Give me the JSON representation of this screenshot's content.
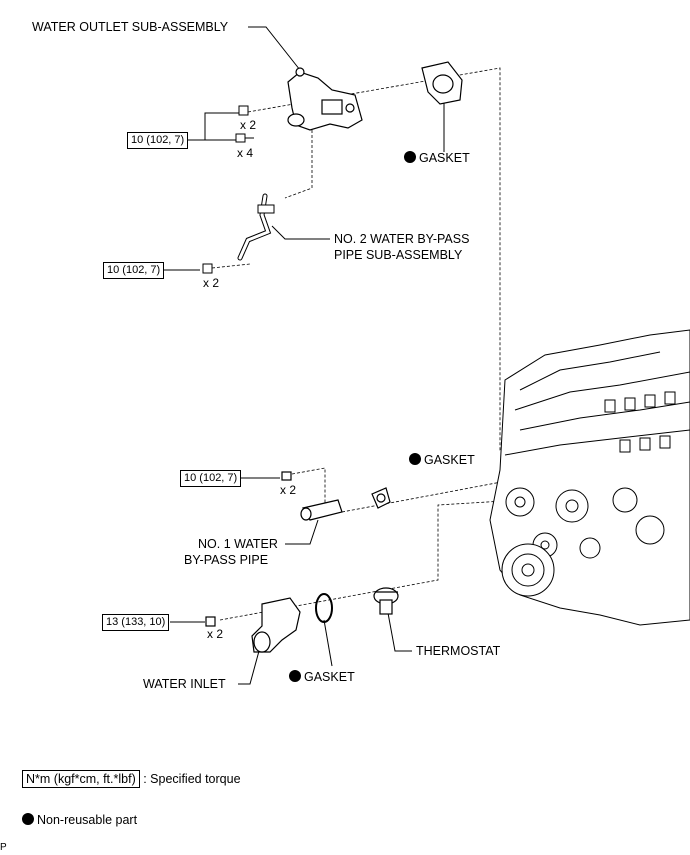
{
  "labels": {
    "water_outlet": "WATER OUTLET SUB-ASSEMBLY",
    "gasket_top": "GASKET",
    "bypass_pipe_no2_line1": "NO. 2 WATER BY-PASS",
    "bypass_pipe_no2_line2": "PIPE SUB-ASSEMBLY",
    "gasket_mid": "GASKET",
    "bypass_pipe_no1_line1": "NO. 1 WATER",
    "bypass_pipe_no1_line2": "BY-PASS PIPE",
    "thermostat": "THERMOSTAT",
    "water_inlet": "WATER INLET",
    "gasket_bottom": "GASKET"
  },
  "torques": {
    "outlet": "10 (102, 7)",
    "bypass_no2": "10 (102, 7)",
    "bypass_no1": "10 (102, 7)",
    "inlet": "13 (133, 10)"
  },
  "quantities": {
    "outlet_nut": "x 2",
    "outlet_bolt": "x 4",
    "bypass_no2": "x 2",
    "bypass_no1": "x 2",
    "inlet": "x 2"
  },
  "legend": {
    "torque_box": "N*m (kgf*cm, ft.*lbf)",
    "torque_text": ": Specified torque",
    "nonreusable_text": "Non-reusable part"
  },
  "corner_mark": "P"
}
